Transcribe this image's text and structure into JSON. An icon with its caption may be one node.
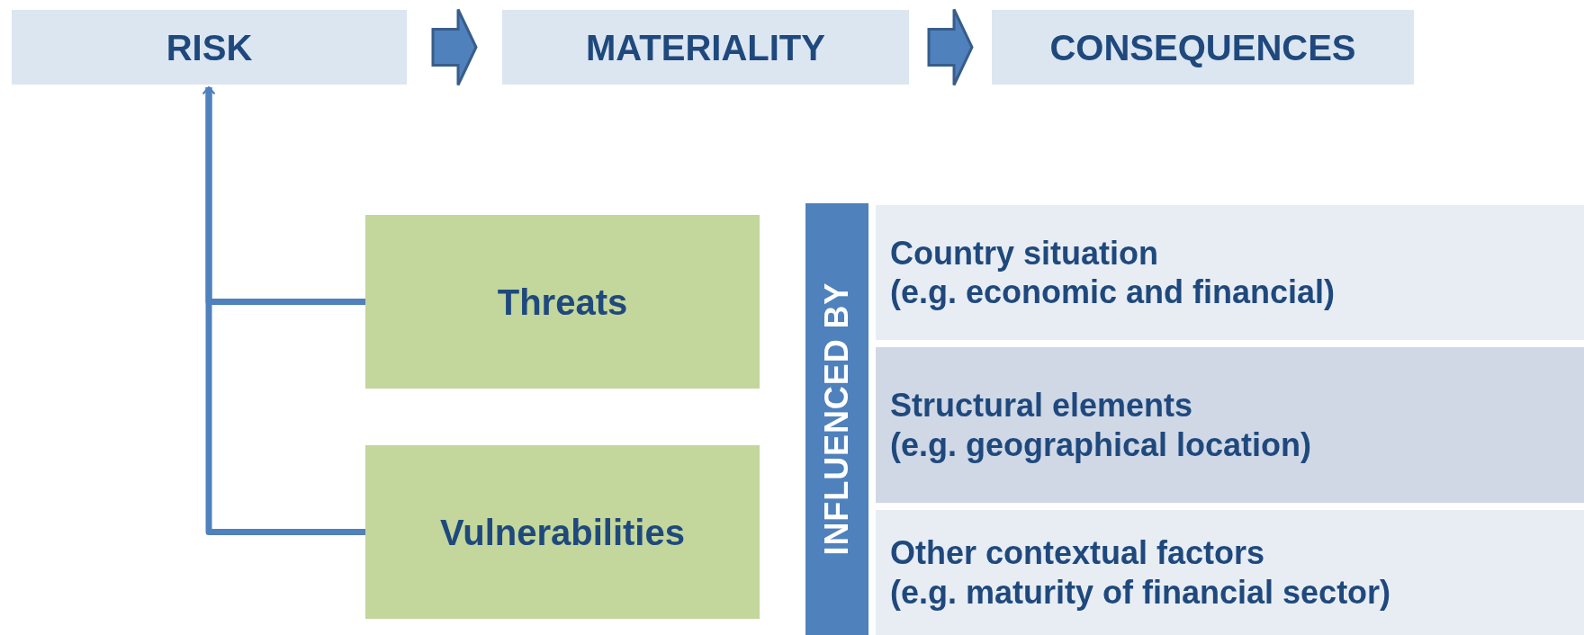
{
  "diagram": {
    "nodes": [
      {
        "text": [
          "RISK"
        ]
      },
      {
        "text": [
          "MATERIALITY"
        ]
      },
      {
        "text": [
          "CONSEQUENCES"
        ]
      },
      {
        "text": [
          "Threats"
        ]
      },
      {
        "text": [
          "Vulnerabilities"
        ]
      },
      {
        "text": [
          "INFLUENCED BY"
        ]
      },
      {
        "text": [
          "Country situation",
          "(e.g. economic and financial)"
        ]
      },
      {
        "text": [
          "Structural elements",
          "(e.g. geographical location)"
        ]
      },
      {
        "text": [
          "Other contextual factors",
          "(e.g. maturity of financial sector)"
        ]
      }
    ],
    "edges": [
      {
        "from": 0,
        "to": 1,
        "arrow": "to",
        "style": "thick"
      },
      {
        "from": 1,
        "to": 2,
        "arrow": "to",
        "style": "thick"
      },
      {
        "from": 3,
        "to": 0,
        "arrow": "to"
      },
      {
        "from": 4,
        "to": 0,
        "arrow": "to"
      }
    ]
  }
}
